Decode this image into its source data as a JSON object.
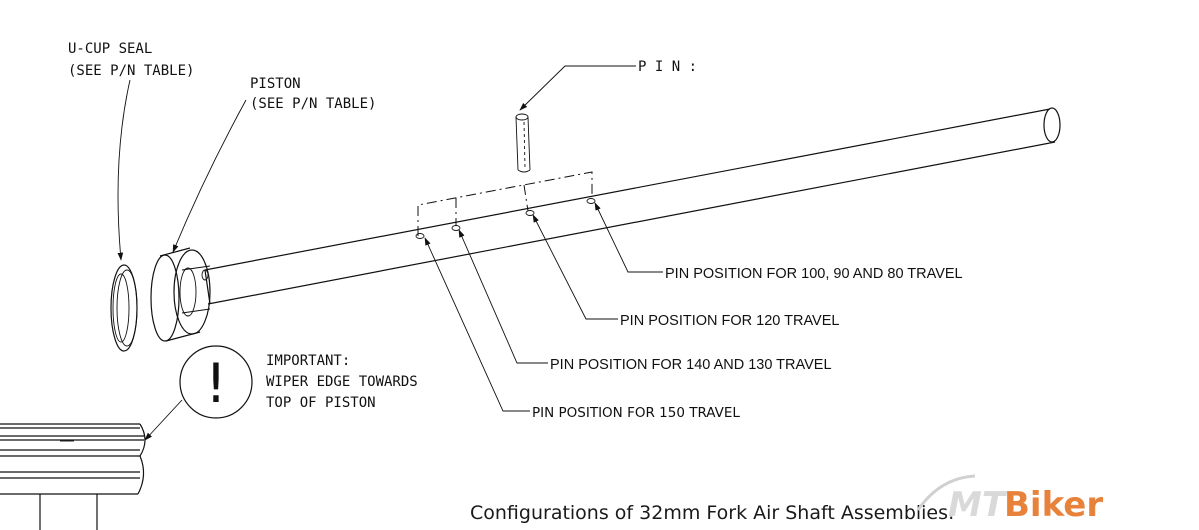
{
  "labels": {
    "ucup_line1": "U-CUP SEAL",
    "ucup_line2": "(SEE P/N TABLE)",
    "piston_line1": "PISTON",
    "piston_line2": "(SEE P/N TABLE)",
    "pin": "P I N :",
    "important_line1": "IMPORTANT:",
    "important_line2": "WIPER EDGE TOWARDS",
    "important_line3": "TOP OF PISTON",
    "important_symbol": "!"
  },
  "callouts": {
    "pos_100_90_80": "PIN POSITION FOR 100, 90 AND 80 TRAVEL",
    "pos_120": "PIN POSITION FOR 120 TRAVEL",
    "pos_140_130": "PIN POSITION FOR 140 AND 130 TRAVEL",
    "pos_150": "PIN POSITION FOR 150 TRAVEL"
  },
  "caption": "Configurations of 32mm Fork Air Shaft Assemblies:",
  "logo": {
    "text_mt": "MT",
    "text_biker": "Biker",
    "accent_color": "#e8823a"
  }
}
